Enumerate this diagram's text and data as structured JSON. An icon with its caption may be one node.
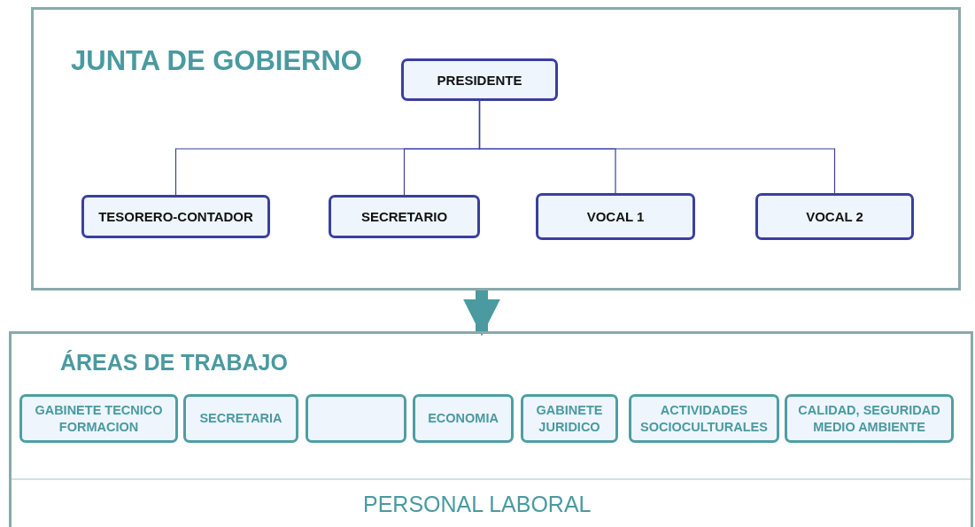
{
  "diagram": {
    "nodes": [
      {
        "text": [
          "JUNTA DE GOBIERNO"
        ]
      },
      {
        "text": [
          "PRESIDENTE"
        ],
        "in": 0
      },
      {
        "text": [
          "TESORERO-CONTADOR"
        ],
        "in": 0
      },
      {
        "text": [
          "SECRETARIO"
        ],
        "in": 0
      },
      {
        "text": [
          "VOCAL 1"
        ],
        "in": 0
      },
      {
        "text": [
          "VOCAL 2"
        ],
        "in": 0
      },
      {
        "text": [
          "ÁREAS DE TRABAJO"
        ]
      },
      {
        "text": [
          "GABINETE TECNICO FORMACION"
        ],
        "in": 6
      },
      {
        "text": [
          "SECRETARIA"
        ],
        "in": 6
      },
      {
        "text": [],
        "shape": "box",
        "in": 6
      },
      {
        "text": [
          "ECONOMIA"
        ],
        "in": 6
      },
      {
        "text": [
          "GABINETE JURIDICO"
        ],
        "in": 6
      },
      {
        "text": [
          "ACTIVIDADES SOCIOCULTURALES"
        ],
        "in": 6
      },
      {
        "text": [
          "CALIDAD, SEGURIDAD MEDIO AMBIENTE"
        ],
        "in": 6
      }
    ],
    "edges": [
      {
        "from": 1,
        "to": 2,
        "arrow": "none"
      },
      {
        "from": 1,
        "to": 3,
        "arrow": "none"
      },
      {
        "from": 1,
        "to": 4,
        "arrow": "none"
      },
      {
        "from": 1,
        "to": 5,
        "arrow": "none"
      },
      {
        "from": 0,
        "to": 6,
        "arrow": "to",
        "style": "thick",
        "color": "#4a9aa0"
      }
    ],
    "labels": [
      "PERSONAL LABORAL"
    ]
  }
}
